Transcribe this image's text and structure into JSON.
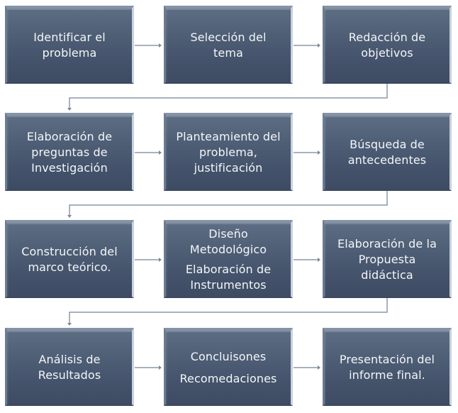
{
  "diagram": {
    "type": "process-flow",
    "theme": {
      "box_color_top": "#5d6d83",
      "box_color_bottom": "#3d4b63",
      "text_color": "#f4f6f9",
      "connector_color": "#8c97a8"
    },
    "steps": [
      {
        "id": "s1",
        "paragraphs": [
          [
            "Identificar el",
            "problema"
          ]
        ]
      },
      {
        "id": "s2",
        "paragraphs": [
          [
            "Selección del",
            "tema"
          ]
        ]
      },
      {
        "id": "s3",
        "paragraphs": [
          [
            "Redacción de",
            "objetivos"
          ]
        ]
      },
      {
        "id": "s4",
        "paragraphs": [
          [
            "Elaboración de",
            "preguntas de",
            "Investigación"
          ]
        ]
      },
      {
        "id": "s5",
        "paragraphs": [
          [
            "Planteamiento del",
            "problema,",
            "justificación"
          ]
        ]
      },
      {
        "id": "s6",
        "paragraphs": [
          [
            "Búsqueda de",
            "antecedentes"
          ]
        ]
      },
      {
        "id": "s7",
        "paragraphs": [
          [
            "Construcción del",
            "marco teórico."
          ]
        ]
      },
      {
        "id": "s8",
        "paragraphs": [
          [
            "Diseño",
            "Metodológico"
          ],
          [
            "Elaboración de",
            "Instrumentos"
          ]
        ]
      },
      {
        "id": "s9",
        "paragraphs": [
          [
            "Elaboración de la",
            "Propuesta",
            "didáctica"
          ]
        ]
      },
      {
        "id": "s10",
        "paragraphs": [
          [
            "Análisis de",
            "Resultados"
          ]
        ]
      },
      {
        "id": "s11",
        "paragraphs": [
          [
            "Concluisones"
          ],
          [
            "Recomedaciones"
          ]
        ]
      },
      {
        "id": "s12",
        "paragraphs": [
          [
            "Presentación del",
            "informe final."
          ]
        ]
      }
    ],
    "connections": [
      {
        "from": "s1",
        "to": "s2"
      },
      {
        "from": "s2",
        "to": "s3"
      },
      {
        "from": "s3",
        "to": "s4"
      },
      {
        "from": "s4",
        "to": "s5"
      },
      {
        "from": "s5",
        "to": "s6"
      },
      {
        "from": "s6",
        "to": "s7"
      },
      {
        "from": "s7",
        "to": "s8"
      },
      {
        "from": "s8",
        "to": "s9"
      },
      {
        "from": "s9",
        "to": "s10"
      },
      {
        "from": "s10",
        "to": "s11"
      },
      {
        "from": "s11",
        "to": "s12"
      }
    ]
  }
}
